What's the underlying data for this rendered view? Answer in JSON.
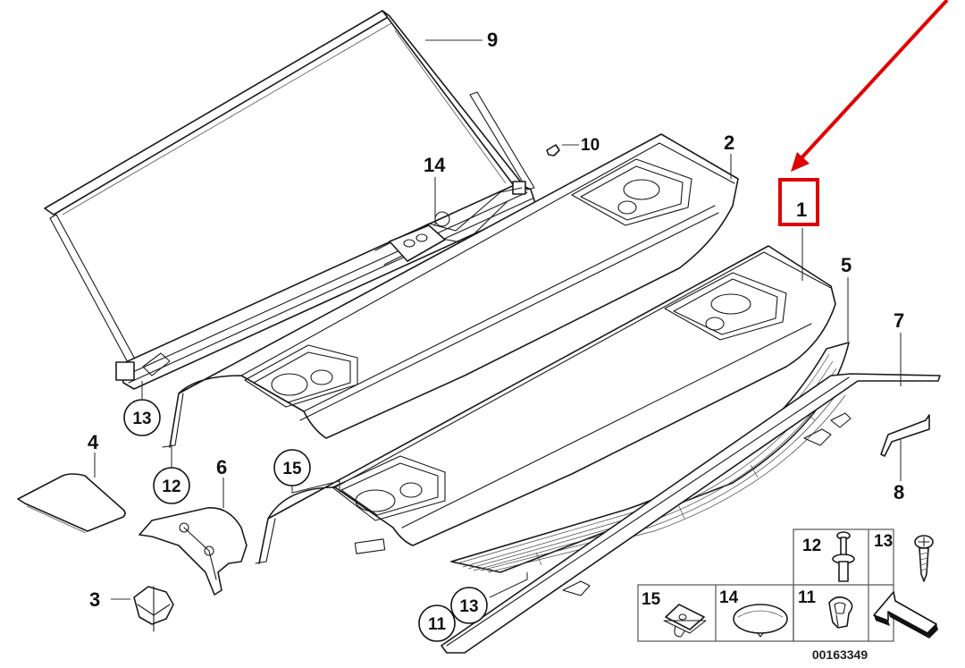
{
  "diagram": {
    "type": "exploded parts diagram",
    "subject": "Rear parcel shelf / roller sunblind assembly",
    "drawing_number": "00163349",
    "callouts": [
      {
        "id": "1",
        "label": "1",
        "style": "plain",
        "highlighted": true
      },
      {
        "id": "2",
        "label": "2",
        "style": "plain"
      },
      {
        "id": "3",
        "label": "3",
        "style": "plain"
      },
      {
        "id": "4",
        "label": "4",
        "style": "plain"
      },
      {
        "id": "5",
        "label": "5",
        "style": "plain"
      },
      {
        "id": "6",
        "label": "6",
        "style": "plain"
      },
      {
        "id": "7",
        "label": "7",
        "style": "plain"
      },
      {
        "id": "8",
        "label": "8",
        "style": "plain"
      },
      {
        "id": "9",
        "label": "9",
        "style": "plain"
      },
      {
        "id": "10",
        "label": "10",
        "style": "plain"
      },
      {
        "id": "14",
        "label": "14",
        "style": "plain"
      },
      {
        "id": "13a",
        "label": "13",
        "style": "circled"
      },
      {
        "id": "12",
        "label": "12",
        "style": "circled"
      },
      {
        "id": "15",
        "label": "15",
        "style": "circled"
      },
      {
        "id": "13b",
        "label": "13",
        "style": "circled"
      },
      {
        "id": "11",
        "label": "11",
        "style": "circled"
      }
    ],
    "hardware_legend": [
      {
        "label": "12",
        "part": "expanding rivet"
      },
      {
        "label": "13",
        "part": "screw"
      },
      {
        "label": "15",
        "part": "clip nut"
      },
      {
        "label": "14",
        "part": "cap / plug"
      },
      {
        "label": "11",
        "part": "clip nut"
      },
      {
        "label": "",
        "part": "orientation arrow"
      }
    ],
    "highlight": {
      "target_label": "1",
      "color": "#e00000",
      "shape": "box-with-arrow"
    }
  },
  "colors": {
    "line": "#1a1a1a",
    "background": "#ffffff",
    "highlight": "#e00000"
  }
}
